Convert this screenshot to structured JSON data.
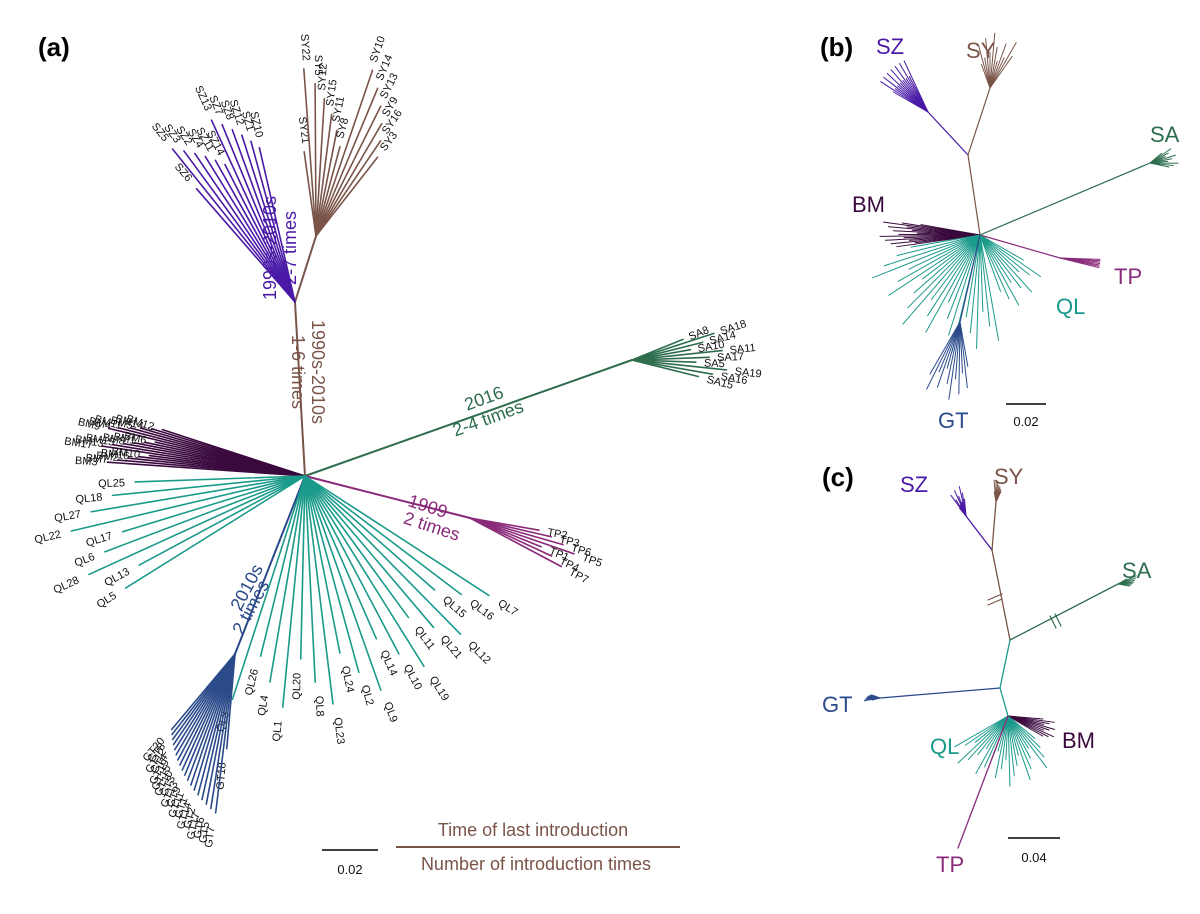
{
  "colors": {
    "SZ": "#4a1aa6",
    "SY": "#7a5448",
    "SA": "#2e6e4e",
    "BM": "#3a0a3e",
    "TP": "#8a2a7a",
    "QL": "#1a9a8a",
    "GT": "#2a4a8a"
  },
  "panels": {
    "a": {
      "label": "(a)",
      "clades": {
        "SZ": [
          "SZ6",
          "SZ5",
          "SZ3",
          "SZ2",
          "SZ4",
          "SZ11",
          "SZ14",
          "SZ13",
          "SZ7",
          "SZ8",
          "SZ12",
          "SZ1",
          "SZ10"
        ],
        "SY": [
          "SY21",
          "SY22",
          "SY5",
          "SY12",
          "SY15",
          "SY11",
          "SY8",
          "SY10",
          "SY14",
          "SY13",
          "SY9",
          "SY16",
          "SY3"
        ],
        "SA": [
          "SA8",
          "SA18",
          "SA14",
          "SA10",
          "SA11",
          "SA17",
          "SA5",
          "SA19",
          "SA16",
          "SA15"
        ],
        "BM": [
          "BM12",
          "BM14",
          "BM5",
          "BM11",
          "BM4",
          "BM9",
          "BM6",
          "BM1",
          "BM8",
          "BM15",
          "BM13",
          "BM17",
          "BM10",
          "BM16",
          "BM2",
          "BM7",
          "BM3"
        ],
        "TP": [
          "TP2",
          "TP3",
          "TP6",
          "TP5",
          "TP1",
          "TP4",
          "TP7"
        ],
        "QL": [
          "QL25",
          "QL18",
          "QL27",
          "QL22",
          "QL17",
          "QL6",
          "QL28",
          "QL13",
          "QL5",
          "QL3",
          "QL26",
          "QL4",
          "QL1",
          "QL20",
          "QL8",
          "QL23",
          "QL24",
          "QL2",
          "QL9",
          "QL14",
          "QL10",
          "QL19",
          "QL11",
          "QL21",
          "QL12",
          "QL15",
          "QL16",
          "QL7"
        ],
        "GT": [
          "GT18",
          "GT7",
          "GT5",
          "GT6",
          "GT17",
          "GT2",
          "GT14",
          "GT1",
          "GT11",
          "GT9",
          "GT13",
          "GT3",
          "GT10",
          "GT15",
          "GT19",
          "GT4",
          "GT12",
          "GT8",
          "GT20"
        ]
      },
      "annotations": [
        {
          "key": "SZ",
          "line1": "1990s-2010s",
          "line2": "2-7 times"
        },
        {
          "key": "SY",
          "line1": "1990s-2010s",
          "line2": "1-6 times"
        },
        {
          "key": "SA",
          "line1": "2016",
          "line2": "2-4 times"
        },
        {
          "key": "TP",
          "line1": "1909",
          "line2": "2 times"
        },
        {
          "key": "GT",
          "line1": "2010s",
          "line2": "2 times"
        }
      ],
      "scale": "0.02"
    },
    "b": {
      "label": "(b)",
      "clade_labels": [
        "SZ",
        "SY",
        "SA",
        "BM",
        "TP",
        "QL",
        "GT"
      ],
      "scale": "0.02"
    },
    "c": {
      "label": "(c)",
      "clade_labels": [
        "SZ",
        "SY",
        "SA",
        "GT",
        "QL",
        "BM",
        "TP"
      ],
      "scale": "0.04"
    }
  },
  "legend": {
    "top": "Time of last introduction",
    "bottom": "Number of introduction times"
  }
}
